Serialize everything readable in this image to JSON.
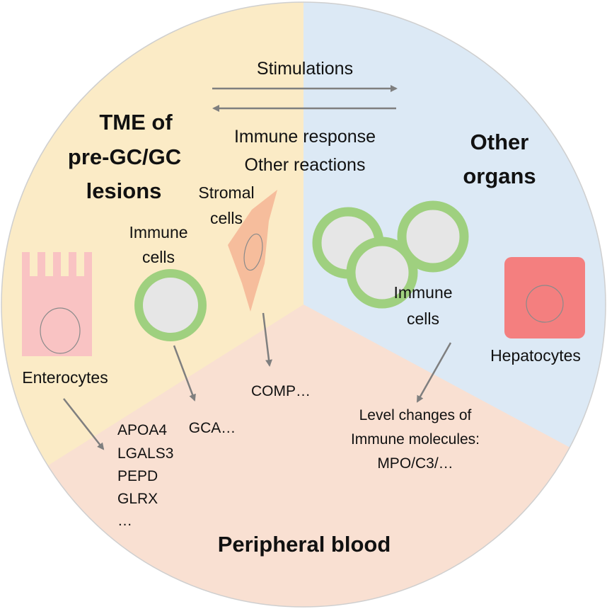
{
  "regions": {
    "tme": {
      "title_lines": [
        "TME of",
        "pre-GC/GC",
        "lesions"
      ],
      "color": "#fbebc6"
    },
    "other_organs": {
      "title_lines": [
        "Other",
        "organs"
      ],
      "color": "#dce9f5"
    },
    "peripheral_blood": {
      "title": "Peripheral blood",
      "color": "#f9e0d2"
    }
  },
  "arrows_between": {
    "top_label": "Stimulations",
    "bottom_label_lines": [
      "Immune response",
      "Other reactions"
    ]
  },
  "cells": {
    "enterocytes": {
      "label": "Enterocytes",
      "color": "#f9c3c3"
    },
    "immune_tme": {
      "label_lines": [
        "Immune",
        "cells"
      ],
      "ring_color": "#9fd07f",
      "core_color": "#e6e6e6"
    },
    "stromal": {
      "label_lines": [
        "Stromal",
        "cells"
      ],
      "color": "#f6bd9c"
    },
    "immune_organs": {
      "label_lines": [
        "Immune",
        "cells"
      ]
    },
    "hepatocytes": {
      "label": "Hepatocytes",
      "color": "#f47f7f"
    }
  },
  "molecules": {
    "enterocyte_markers": [
      "APOA4",
      "LGALS3",
      "PEPD",
      "GLRX",
      "…"
    ],
    "immune_marker": "GCA…",
    "stromal_marker": "COMP…",
    "organ_lines": [
      "Level changes of",
      "Immune molecules:",
      "MPO/C3/…"
    ]
  }
}
